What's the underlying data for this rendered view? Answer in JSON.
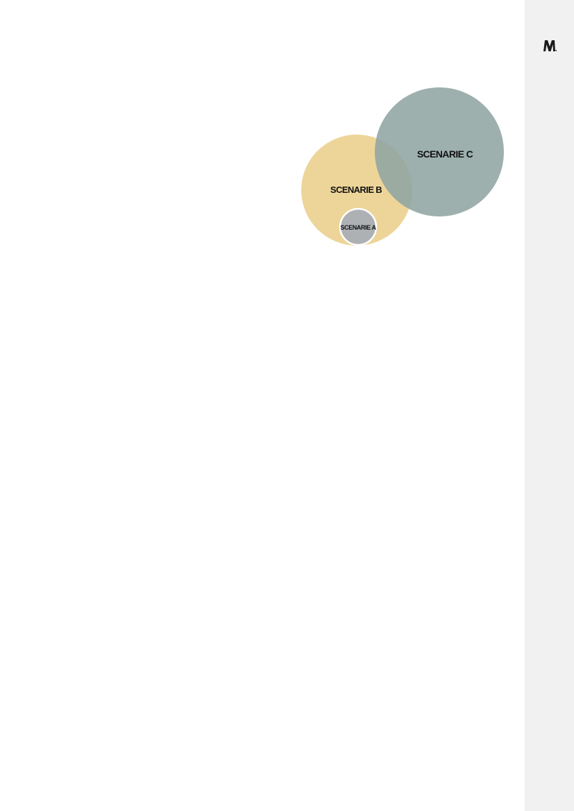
{
  "logo": {
    "icon": "brand-logo-icon",
    "text": "M."
  },
  "diagram": {
    "colors": {
      "scenario_b": "#ecd393",
      "scenario_c": "#8fa5a2",
      "scenario_a": "#aeb1b4",
      "scenario_a_outline": "#ffffff",
      "side_band": "#f1f1f1"
    },
    "labels": {
      "scenario_a": "SCENARIE A",
      "scenario_b": "SCENARIE B",
      "scenario_c": "SCENARIE C"
    }
  }
}
